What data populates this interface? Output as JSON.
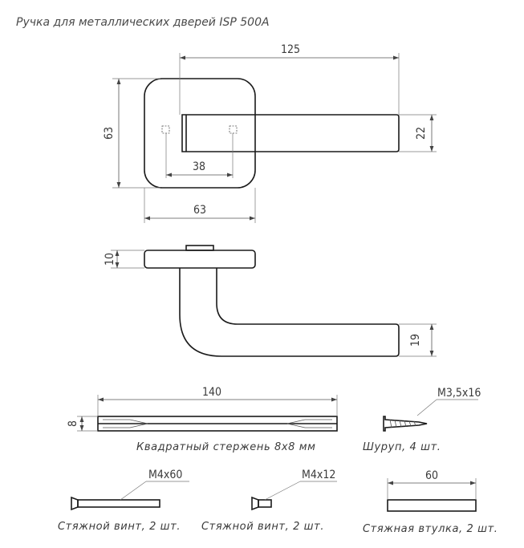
{
  "title": "Ручка для металлических дверей ISP 500A",
  "dimensions": {
    "width_total": "125",
    "rosette_height": "63",
    "lever_height": "22",
    "hole_spacing": "38",
    "rosette_width": "63",
    "rosette_thickness": "10",
    "lever_end_height": "19",
    "rod_length": "140",
    "rod_section": "8",
    "screw_size": "M3,5x16",
    "bolt_long_size": "M4x60",
    "bolt_short_size": "M4x12",
    "sleeve_length": "60"
  },
  "labels": {
    "rod": "Квадратный стержень 8х8 мм",
    "screw": "Шуруп, 4 шт.",
    "bolt_long": "Стяжной винт, 2 шт.",
    "bolt_short": "Стяжной винт, 2 шт.",
    "sleeve": "Стяжная втулка, 2 шт."
  }
}
